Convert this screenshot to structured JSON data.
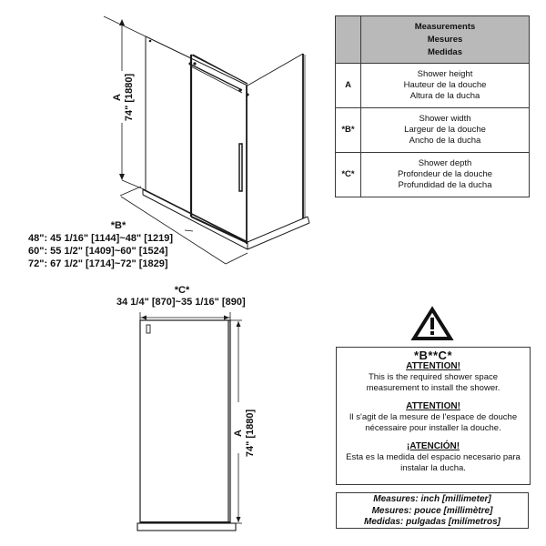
{
  "iso_view": {
    "height_label": "A",
    "height_value": "74\" [1880]",
    "width_label": "*B*",
    "width_rows": [
      "48\": 45 1/16\" [1144]~48\" [1219]",
      "60\": 55 1/2\" [1409]~60\" [1524]",
      "72\": 67 1/2\" [1714]~72\" [1829]"
    ]
  },
  "side_view": {
    "depth_label": "*C*",
    "depth_value": "34 1/4\" [870]~35 1/16\" [890]",
    "height_label": "A",
    "height_value": "74\" [1880]"
  },
  "measurements_table": {
    "header": [
      "Measurements",
      "Mesures",
      "Medidas"
    ],
    "rows": [
      {
        "key": "A",
        "lines": [
          "Shower height",
          "Hauteur de la douche",
          "Altura de la ducha"
        ]
      },
      {
        "key": "*B*",
        "lines": [
          "Shower width",
          "Largeur de la douche",
          "Ancho de la ducha"
        ]
      },
      {
        "key": "*C*",
        "lines": [
          "Shower depth",
          "Profondeur de la douche",
          "Profundidad de la ducha"
        ]
      }
    ],
    "header_color": "#b9b9b9"
  },
  "attention": {
    "icon": "warning-triangle-icon",
    "title": "*B**C*",
    "en_heading": "ATTENTION!",
    "en_text": [
      "This is the required shower space",
      "measurement to install the shower."
    ],
    "fr_heading": "ATTENTION!",
    "fr_text": [
      "Il s'agit de la mesure de l'espace de douche",
      "nécessaire pour installer la douche."
    ],
    "es_heading": "¡ATENCIÓN!",
    "es_text": [
      "Esta es la medida del espacio necesario para",
      "instalar la ducha."
    ]
  },
  "units": {
    "lines": [
      "Measures: inch [millimeter]",
      "Mesures: pouce [millimètre]",
      "Medidas: pulgadas [milímetros]"
    ]
  }
}
